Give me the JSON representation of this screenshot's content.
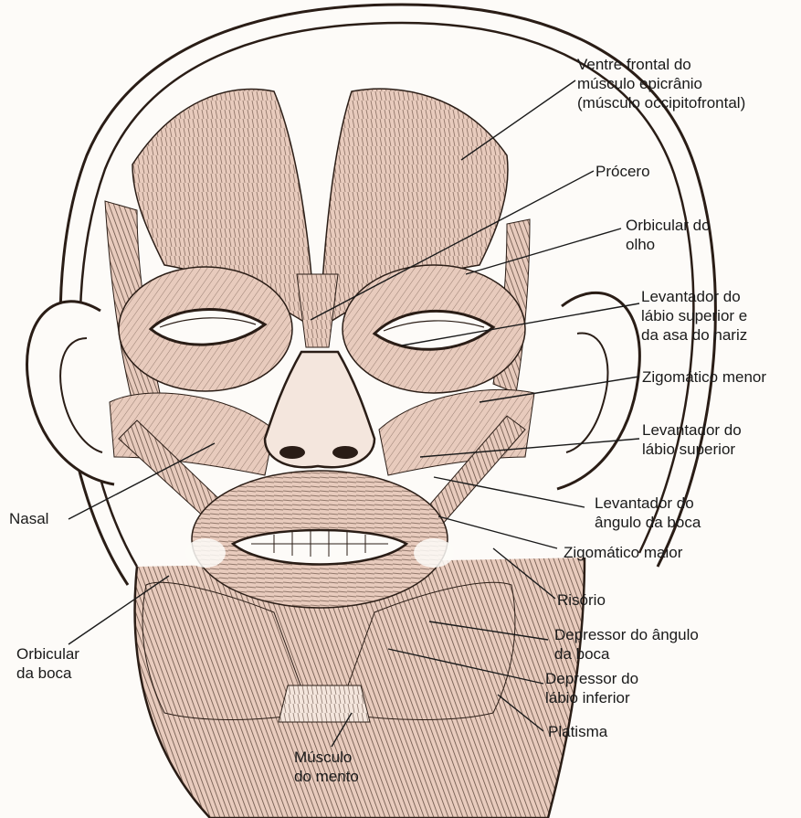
{
  "colors": {
    "paper": "#fdfbf8",
    "muscle": "#e8cbbd",
    "fiber": "#4a3327",
    "outline": "#2a1d16",
    "text": "#1a1a1a"
  },
  "labels": {
    "ventre_frontal": {
      "lines": [
        "Ventre frontal do",
        "músculo epicrânio",
        "(músculo occipitofrontal)"
      ]
    },
    "procero": {
      "lines": [
        "Prócero"
      ]
    },
    "orbicular_olho": {
      "lines": [
        "Orbicular do",
        "olho"
      ]
    },
    "levantador_labio_asa": {
      "lines": [
        "Levantador do",
        "lábio superior e",
        "da asa do nariz"
      ]
    },
    "zigomatico_menor": {
      "lines": [
        "Zigomático menor"
      ]
    },
    "levantador_labio_sup": {
      "lines": [
        "Levantador do",
        "lábio superior"
      ]
    },
    "levantador_angulo": {
      "lines": [
        "Levantador do",
        "ângulo da boca"
      ]
    },
    "zigomatico_maior": {
      "lines": [
        "Zigomático maior"
      ]
    },
    "risorio": {
      "lines": [
        "Risório"
      ]
    },
    "depressor_angulo": {
      "lines": [
        "Depressor do ângulo",
        "da boca"
      ]
    },
    "depressor_labio_inf": {
      "lines": [
        "Depressor do",
        "lábio inferior"
      ]
    },
    "platisma": {
      "lines": [
        "Platisma"
      ]
    },
    "musculo_mento": {
      "lines": [
        "Músculo",
        "do mento"
      ]
    },
    "nasal": {
      "lines": [
        "Nasal"
      ]
    },
    "orbicular_boca": {
      "lines": [
        "Orbicular",
        "da boca"
      ]
    }
  }
}
